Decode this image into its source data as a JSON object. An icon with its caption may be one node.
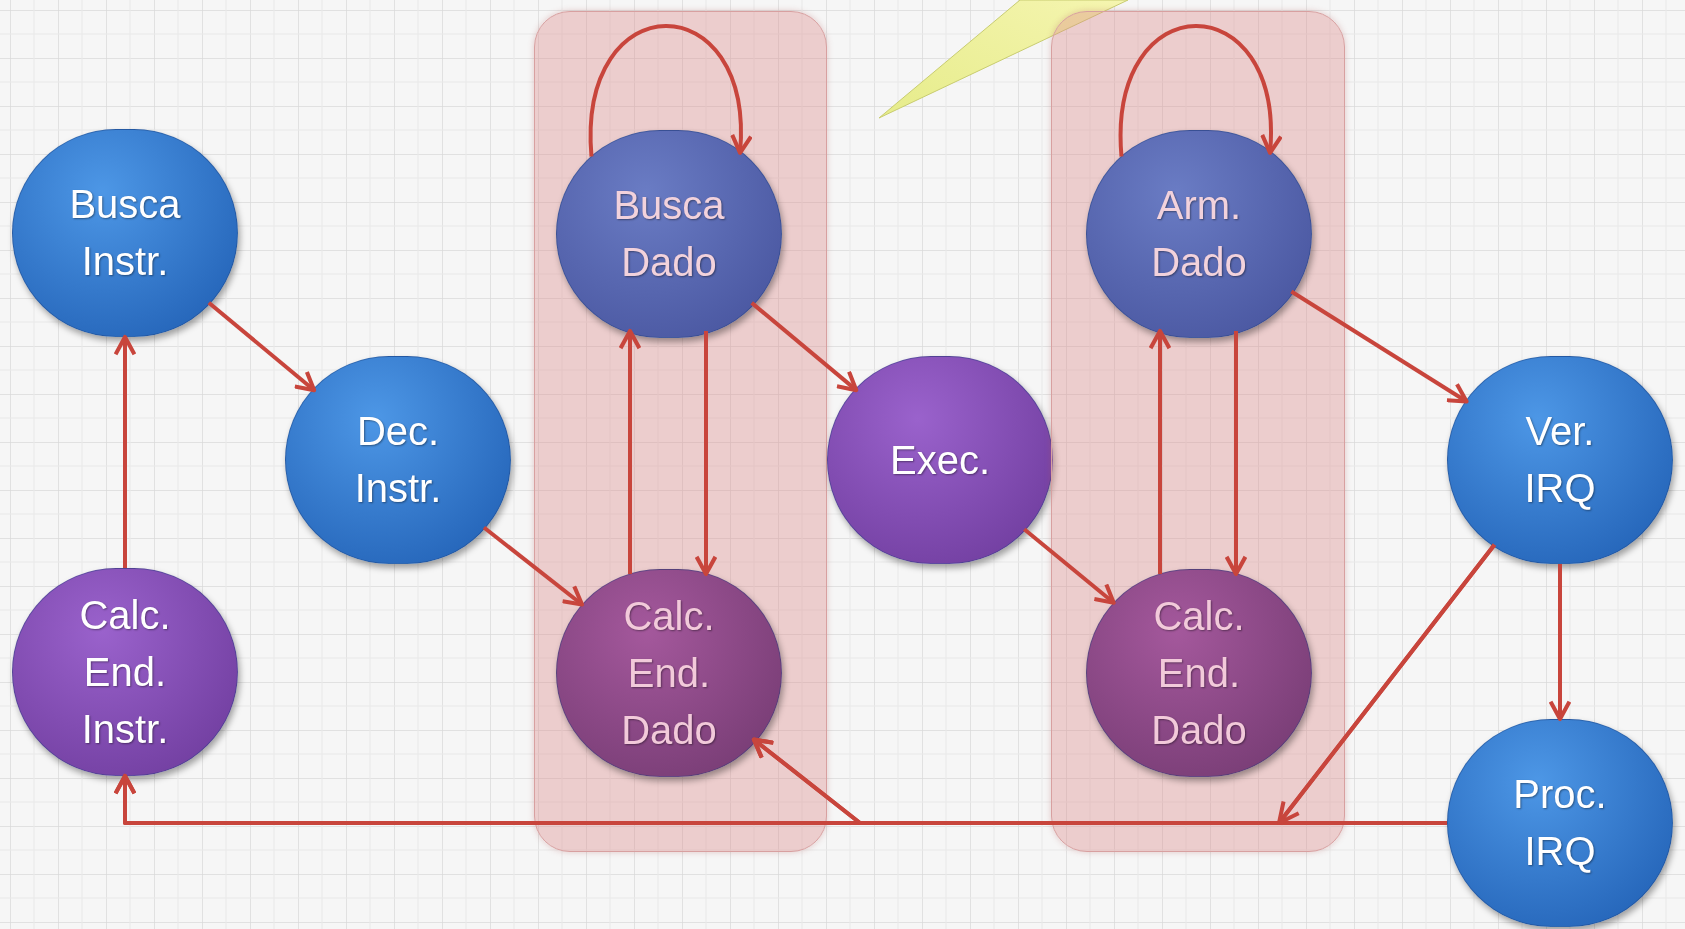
{
  "diagram": {
    "nodes": [
      {
        "text": [
          "Busca Instr."
        ]
      },
      {
        "text": [
          "Dec. Instr."
        ]
      },
      {
        "text": [
          "Calc. End. Instr."
        ]
      },
      {
        "text": [],
        "shape": "box"
      },
      {
        "text": [
          "Busca Dado"
        ],
        "in": 3
      },
      {
        "text": [
          "Calc. End. Dado"
        ],
        "in": 3
      },
      {
        "text": [
          "Exec."
        ]
      },
      {
        "text": [],
        "shape": "box"
      },
      {
        "text": [
          "Arm. Dado"
        ],
        "in": 7
      },
      {
        "text": [
          "Calc. End. Dado"
        ],
        "in": 7
      },
      {
        "text": [
          "Ver. IRQ"
        ]
      },
      {
        "text": [
          "Proc. IRQ"
        ]
      },
      {
        "text": [],
        "shape": "triangle"
      }
    ],
    "edges": [
      {
        "from": 0,
        "to": 1,
        "arrow": "to"
      },
      {
        "from": 1,
        "to": 5,
        "arrow": "to"
      },
      {
        "from": 5,
        "to": 4,
        "arrow": "to"
      },
      {
        "from": 4,
        "to": 5,
        "arrow": "to"
      },
      {
        "from": 4,
        "to": 4,
        "arrow": "to"
      },
      {
        "from": 4,
        "to": 6,
        "arrow": "to"
      },
      {
        "from": 6,
        "to": 9,
        "arrow": "to"
      },
      {
        "from": 9,
        "to": 8,
        "arrow": "to"
      },
      {
        "from": 8,
        "to": 9,
        "arrow": "to"
      },
      {
        "from": 8,
        "to": 8,
        "arrow": "to"
      },
      {
        "from": 8,
        "to": 10,
        "arrow": "to"
      },
      {
        "from": 10,
        "to": 11,
        "arrow": "to"
      },
      {
        "from": 11,
        "to": 2,
        "arrow": "to"
      },
      {
        "from": 11,
        "to": 5,
        "arrow": "to"
      },
      {
        "from": 10,
        "to": 2,
        "arrow": "to"
      },
      {
        "from": 10,
        "to": 5,
        "arrow": "to"
      },
      {
        "from": 2,
        "to": 0,
        "arrow": "to"
      }
    ]
  }
}
